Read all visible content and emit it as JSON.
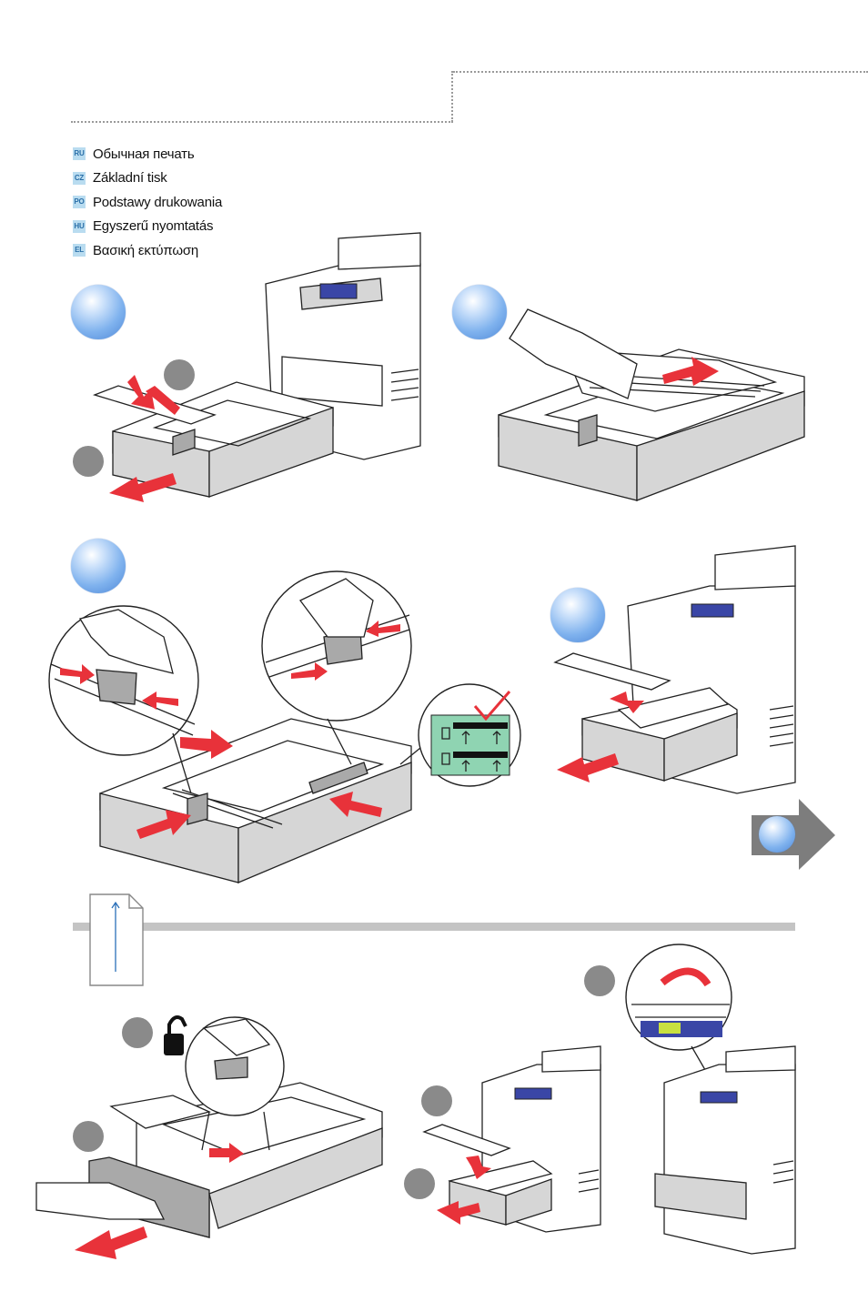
{
  "languages": [
    {
      "code": "RU",
      "label": "Обычная печать"
    },
    {
      "code": "CZ",
      "label": "Základní tisk"
    },
    {
      "code": "PO",
      "label": "Podstawy drukowania"
    },
    {
      "code": "HU",
      "label": "Egyszerű nyomtatás"
    },
    {
      "code": "EL",
      "label": "Βασική εκτύπωση"
    }
  ],
  "colors": {
    "accent_blue": "#6aa4e8",
    "arrow_red": "#e8323a",
    "label_green": "#8fd4b2",
    "bar_gray": "#c4c4c4",
    "panel_blue": "#3a46a6"
  }
}
